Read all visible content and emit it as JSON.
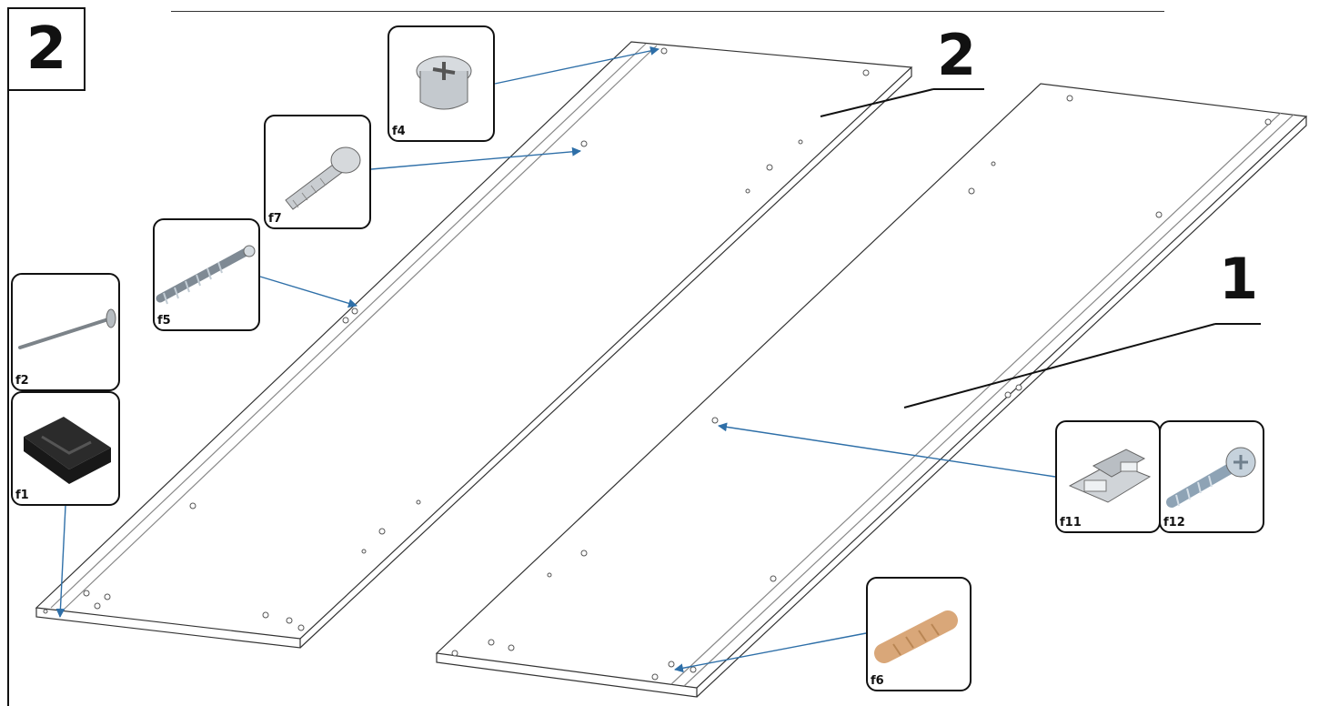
{
  "step_number": "2",
  "panel_labels": {
    "upper_panel": "2",
    "lower_panel": "1"
  },
  "fittings": {
    "f1": "f1",
    "f2": "f2",
    "f4": "f4",
    "f5": "f5",
    "f6": "f6",
    "f7": "f7",
    "f11": "f11",
    "f12": "f12"
  },
  "colors": {
    "arrow": "#2e6fa8",
    "line": "#222222"
  }
}
